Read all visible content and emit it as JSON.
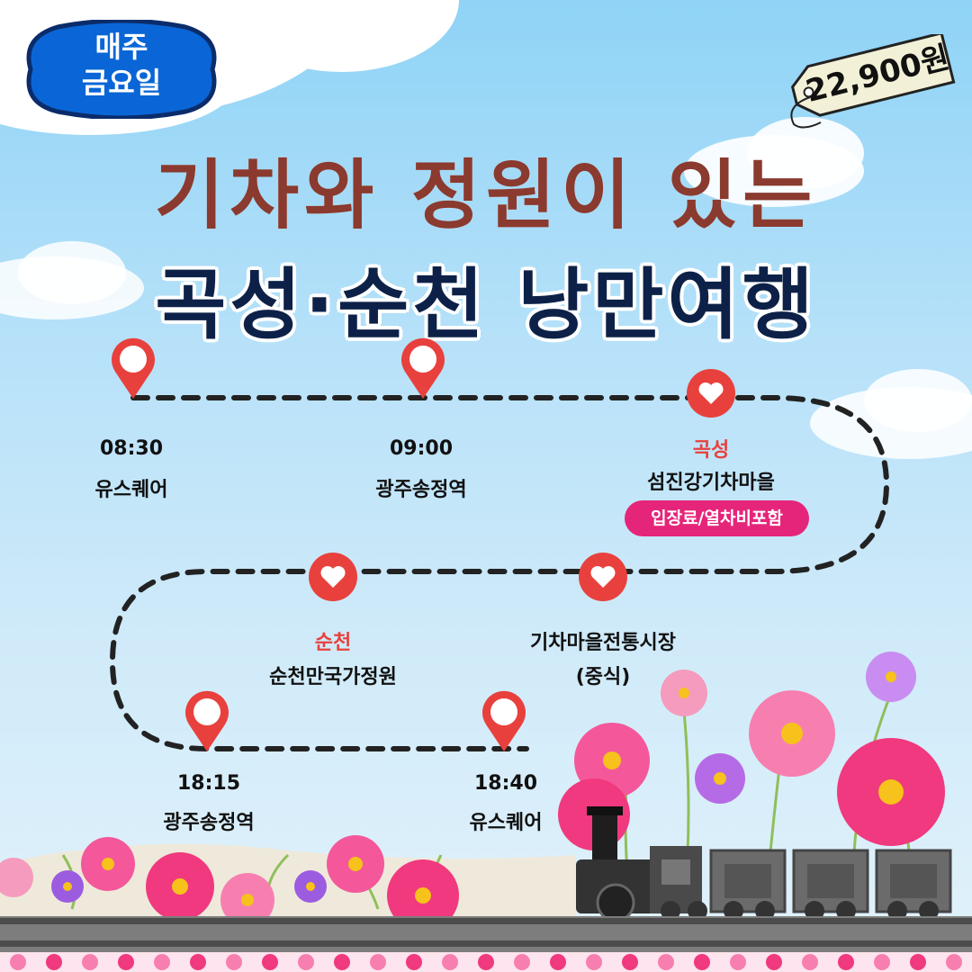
{
  "badge": {
    "line1": "매주",
    "line2": "금요일",
    "color": "#0a66d6"
  },
  "price": "22,900원",
  "title": {
    "line1": "기차와 정원이 있는",
    "line2": "곡성·순천 낭만여행"
  },
  "stops": [
    {
      "time": "08:30",
      "place": "유스퀘어",
      "marker": "pin-icon"
    },
    {
      "time": "09:00",
      "place": "광주송정역",
      "marker": "pin-icon"
    },
    {
      "region": "곡성",
      "place": "섬진강기차마을",
      "note": "입장료/열차비포함",
      "marker": "heart-icon"
    },
    {
      "place": "기차마을전통시장",
      "place2": "(중식)",
      "marker": "heart-icon"
    },
    {
      "region": "순천",
      "place": "순천만국가정원",
      "marker": "heart-icon"
    },
    {
      "time": "18:15",
      "place": "광주송정역",
      "marker": "pin-icon"
    },
    {
      "time": "18:40",
      "place": "유스퀘어",
      "marker": "pin-icon"
    }
  ],
  "colors": {
    "marker": "#e8413d",
    "title_brown": "#8a3a2e",
    "title_navy": "#0d2148",
    "pill": "#e5257a"
  }
}
